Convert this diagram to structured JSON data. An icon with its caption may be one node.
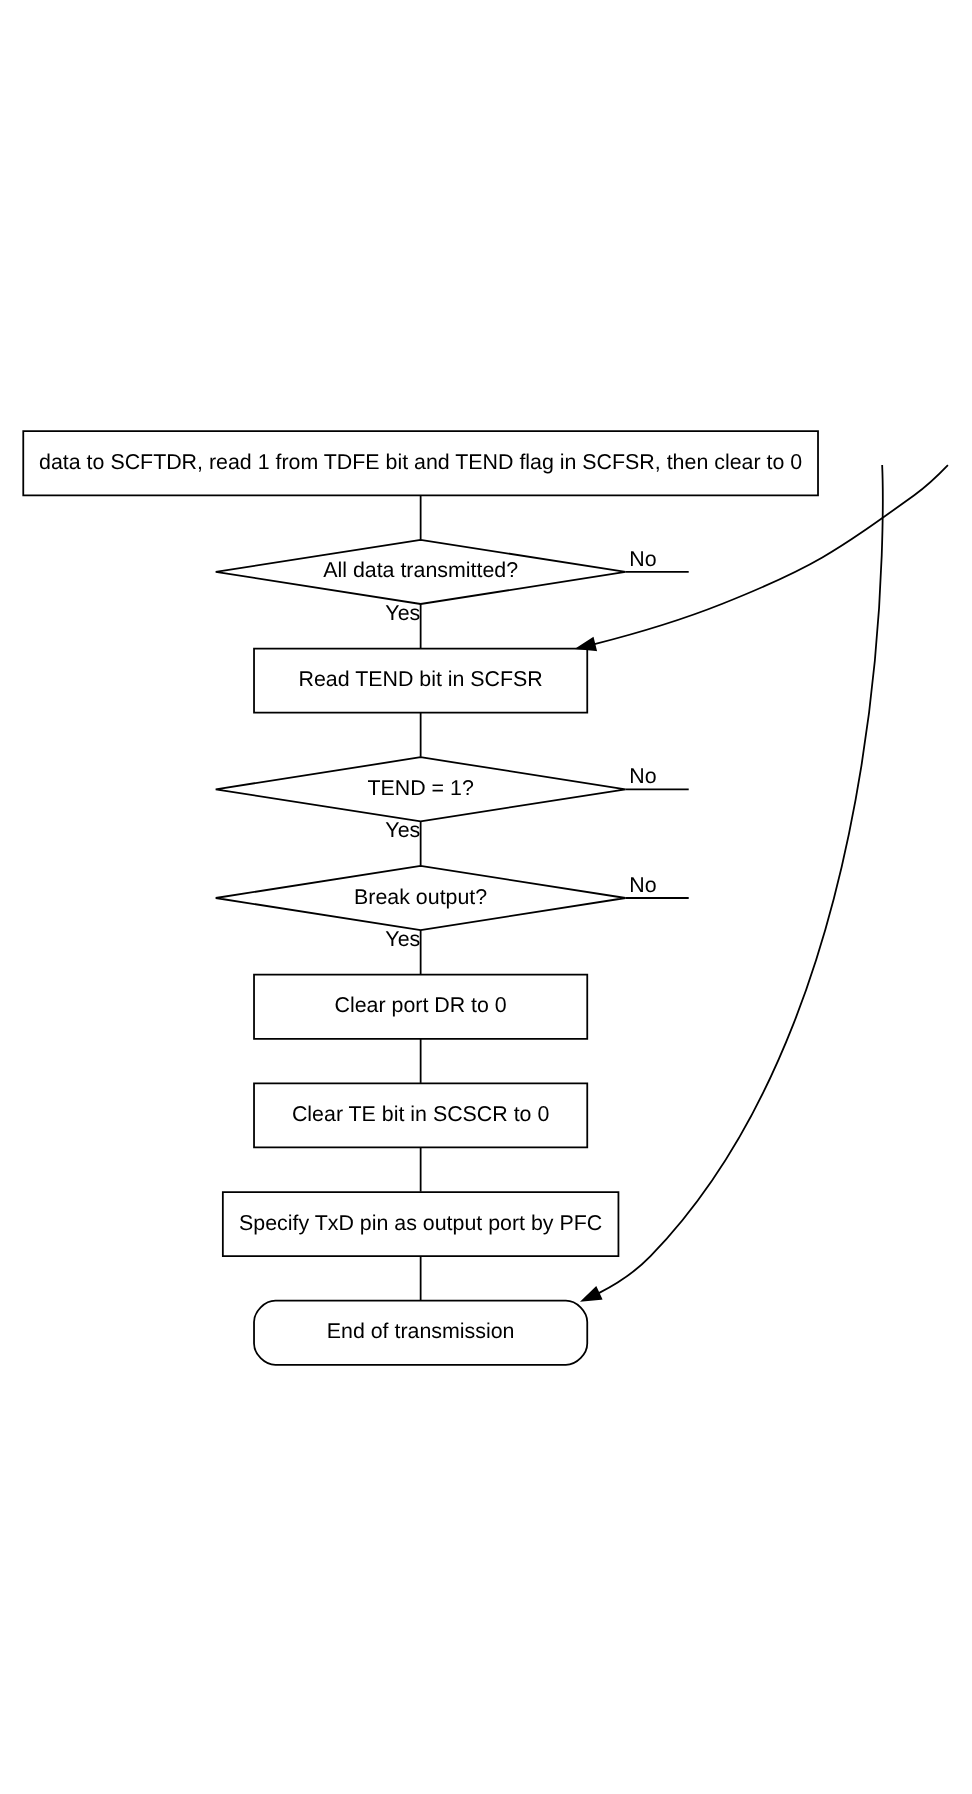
{
  "diagram": {
    "nodes": [
      {
        "text": [
          "data to SCFTDR, read 1 from TDFE bit and TEND flag in SCFSR, then clear to 0"
        ]
      },
      {
        "text": [
          "All data transmitted?"
        ]
      },
      {
        "text": [
          "Read TEND bit in SCFSR"
        ]
      },
      {
        "text": [
          "TEND = 1?"
        ]
      },
      {
        "text": [
          "Break output?"
        ]
      },
      {
        "text": [
          "Clear port DR to 0"
        ]
      },
      {
        "text": [
          "Clear TE bit in SCSCR to 0"
        ]
      },
      {
        "text": [
          "Specify TxD pin as output port by PFC"
        ]
      },
      {
        "text": [
          "End of transmission"
        ]
      }
    ],
    "edges": [
      {
        "from": 0,
        "to": 1,
        "arrow": "none"
      },
      {
        "from": 1,
        "to": null,
        "arrow": "none",
        "label": "No"
      },
      {
        "from": 1,
        "to": 2,
        "arrow": "none",
        "label": "Yes"
      },
      {
        "from": null,
        "to": 2,
        "arrow": "to"
      },
      {
        "from": 2,
        "to": 3,
        "arrow": "none"
      },
      {
        "from": 3,
        "to": null,
        "arrow": "none",
        "label": "No"
      },
      {
        "from": 3,
        "to": 4,
        "arrow": "none",
        "label": "Yes"
      },
      {
        "from": 4,
        "to": null,
        "arrow": "none",
        "label": "No"
      },
      {
        "from": 4,
        "to": 5,
        "arrow": "none",
        "label": "Yes"
      },
      {
        "from": 5,
        "to": 6,
        "arrow": "none"
      },
      {
        "from": 6,
        "to": 7,
        "arrow": "none"
      },
      {
        "from": 7,
        "to": 8,
        "arrow": "none"
      },
      {
        "from": null,
        "to": 8,
        "arrow": "to"
      }
    ]
  }
}
